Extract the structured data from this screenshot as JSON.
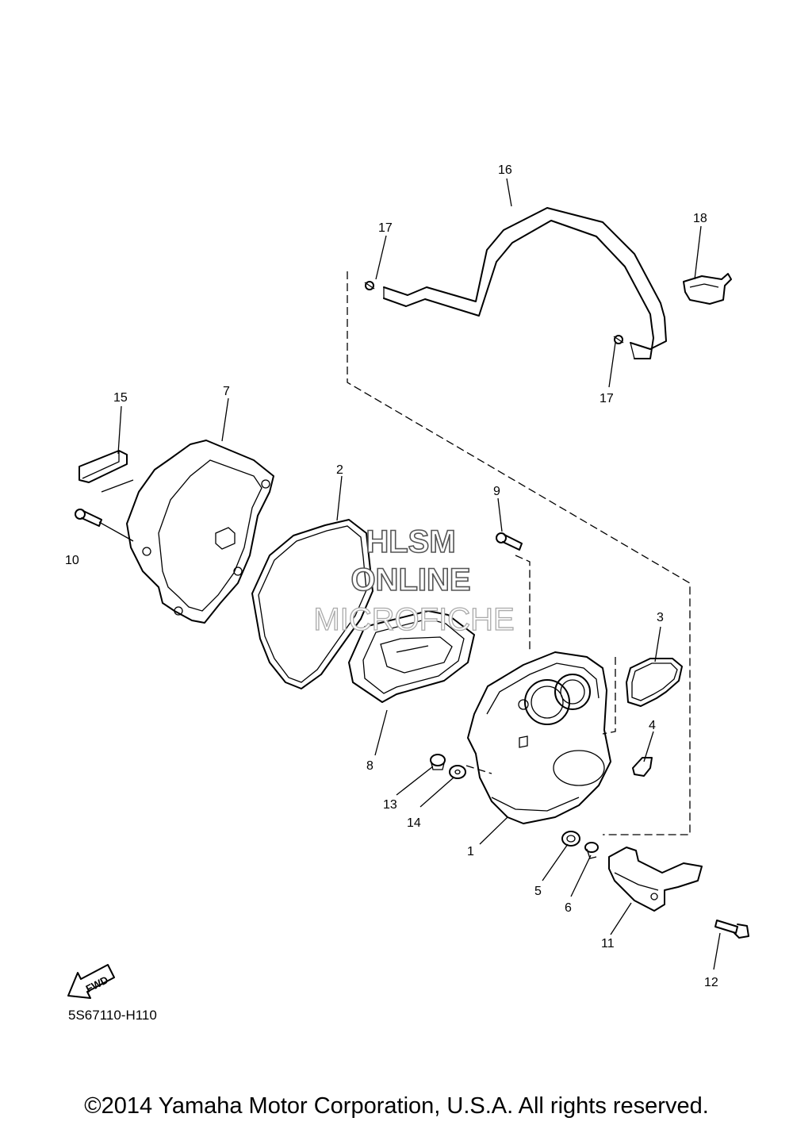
{
  "diagram_code": "5S67110-H110",
  "copyright": "©2014 Yamaha Motor Corporation, U.S.A. All rights reserved.",
  "watermark": {
    "line1": "HLSM",
    "line2": "ONLINE",
    "line3": "MICROFICHE"
  },
  "fwd_label": "FWD",
  "callouts": {
    "c1": "1",
    "c2": "2",
    "c3": "3",
    "c4": "4",
    "c5": "5",
    "c6": "6",
    "c7": "7",
    "c8": "8",
    "c9": "9",
    "c10": "10",
    "c11": "11",
    "c12": "12",
    "c13": "13",
    "c14": "14",
    "c15": "15",
    "c16": "16",
    "c17a": "17",
    "c17b": "17",
    "c18": "18"
  }
}
